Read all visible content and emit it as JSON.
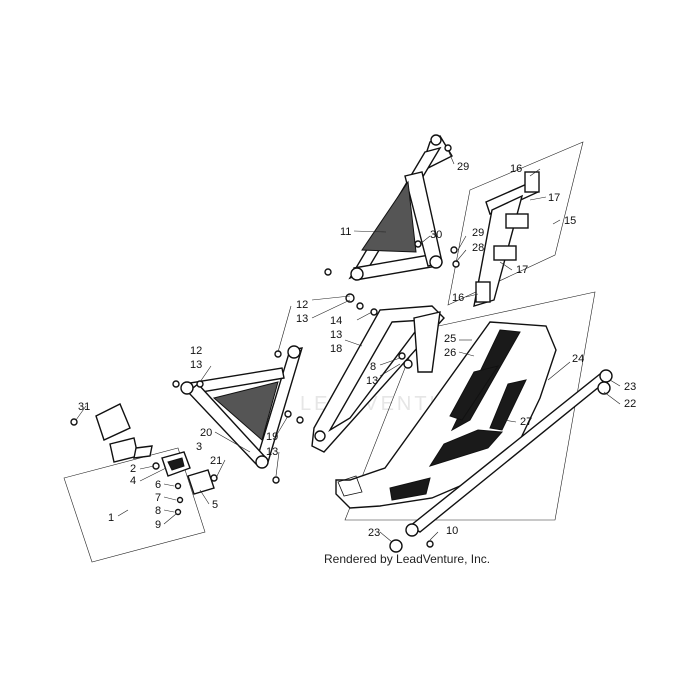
{
  "watermark": "LEADVENTURE",
  "caption": "Rendered by LeadVenture, Inc.",
  "callouts": {
    "c1": "1",
    "c2": "2",
    "c3": "3",
    "c4": "4",
    "c5": "5",
    "c6": "6",
    "c7": "7",
    "c8a": "8",
    "c8b": "8",
    "c9": "9",
    "c10": "10",
    "c11": "11",
    "c12a": "12",
    "c12b": "12",
    "c13a": "13",
    "c13b": "13",
    "c13c": "13",
    "c13d": "13",
    "c13e": "13",
    "c14": "14",
    "c15": "15",
    "c16a": "16",
    "c16b": "16",
    "c17a": "17",
    "c17b": "17",
    "c18": "18",
    "c19": "19",
    "c20": "20",
    "c21": "21",
    "c22": "22",
    "c23a": "23",
    "c23b": "23",
    "c24": "24",
    "c25": "25",
    "c26": "26",
    "c27": "27",
    "c28": "28",
    "c29a": "29",
    "c29b": "29",
    "c30": "30",
    "c31": "31"
  }
}
